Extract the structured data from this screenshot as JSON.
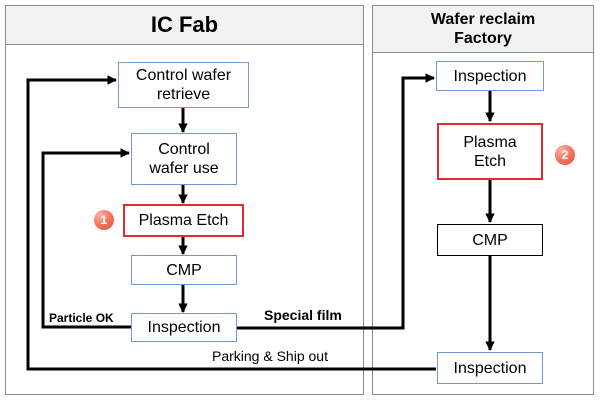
{
  "panels": {
    "ic_fab": {
      "title": "IC Fab"
    },
    "reclaim": {
      "title": "Wafer reclaim\nFactory"
    }
  },
  "nodes": {
    "control_wafer_retrieve": "Control wafer\nretrieve",
    "control_wafer_use": "Control\nwafer use",
    "plasma_etch_1": "Plasma Etch",
    "cmp_1": "CMP",
    "inspection_1": "Inspection",
    "inspection_2": "Inspection",
    "plasma_etch_2": "Plasma\nEtch",
    "cmp_2": "CMP",
    "inspection_3": "Inspection"
  },
  "badges": {
    "b1": "1",
    "b2": "2"
  },
  "edge_labels": {
    "particle_ok": "Particle OK",
    "special_film": "Special film",
    "parking_ship_out": "Parking & Ship out"
  },
  "colors": {
    "blue_border": "#6f9bd0",
    "red_border": "#e22b2b",
    "badge": "#ef6b57"
  }
}
